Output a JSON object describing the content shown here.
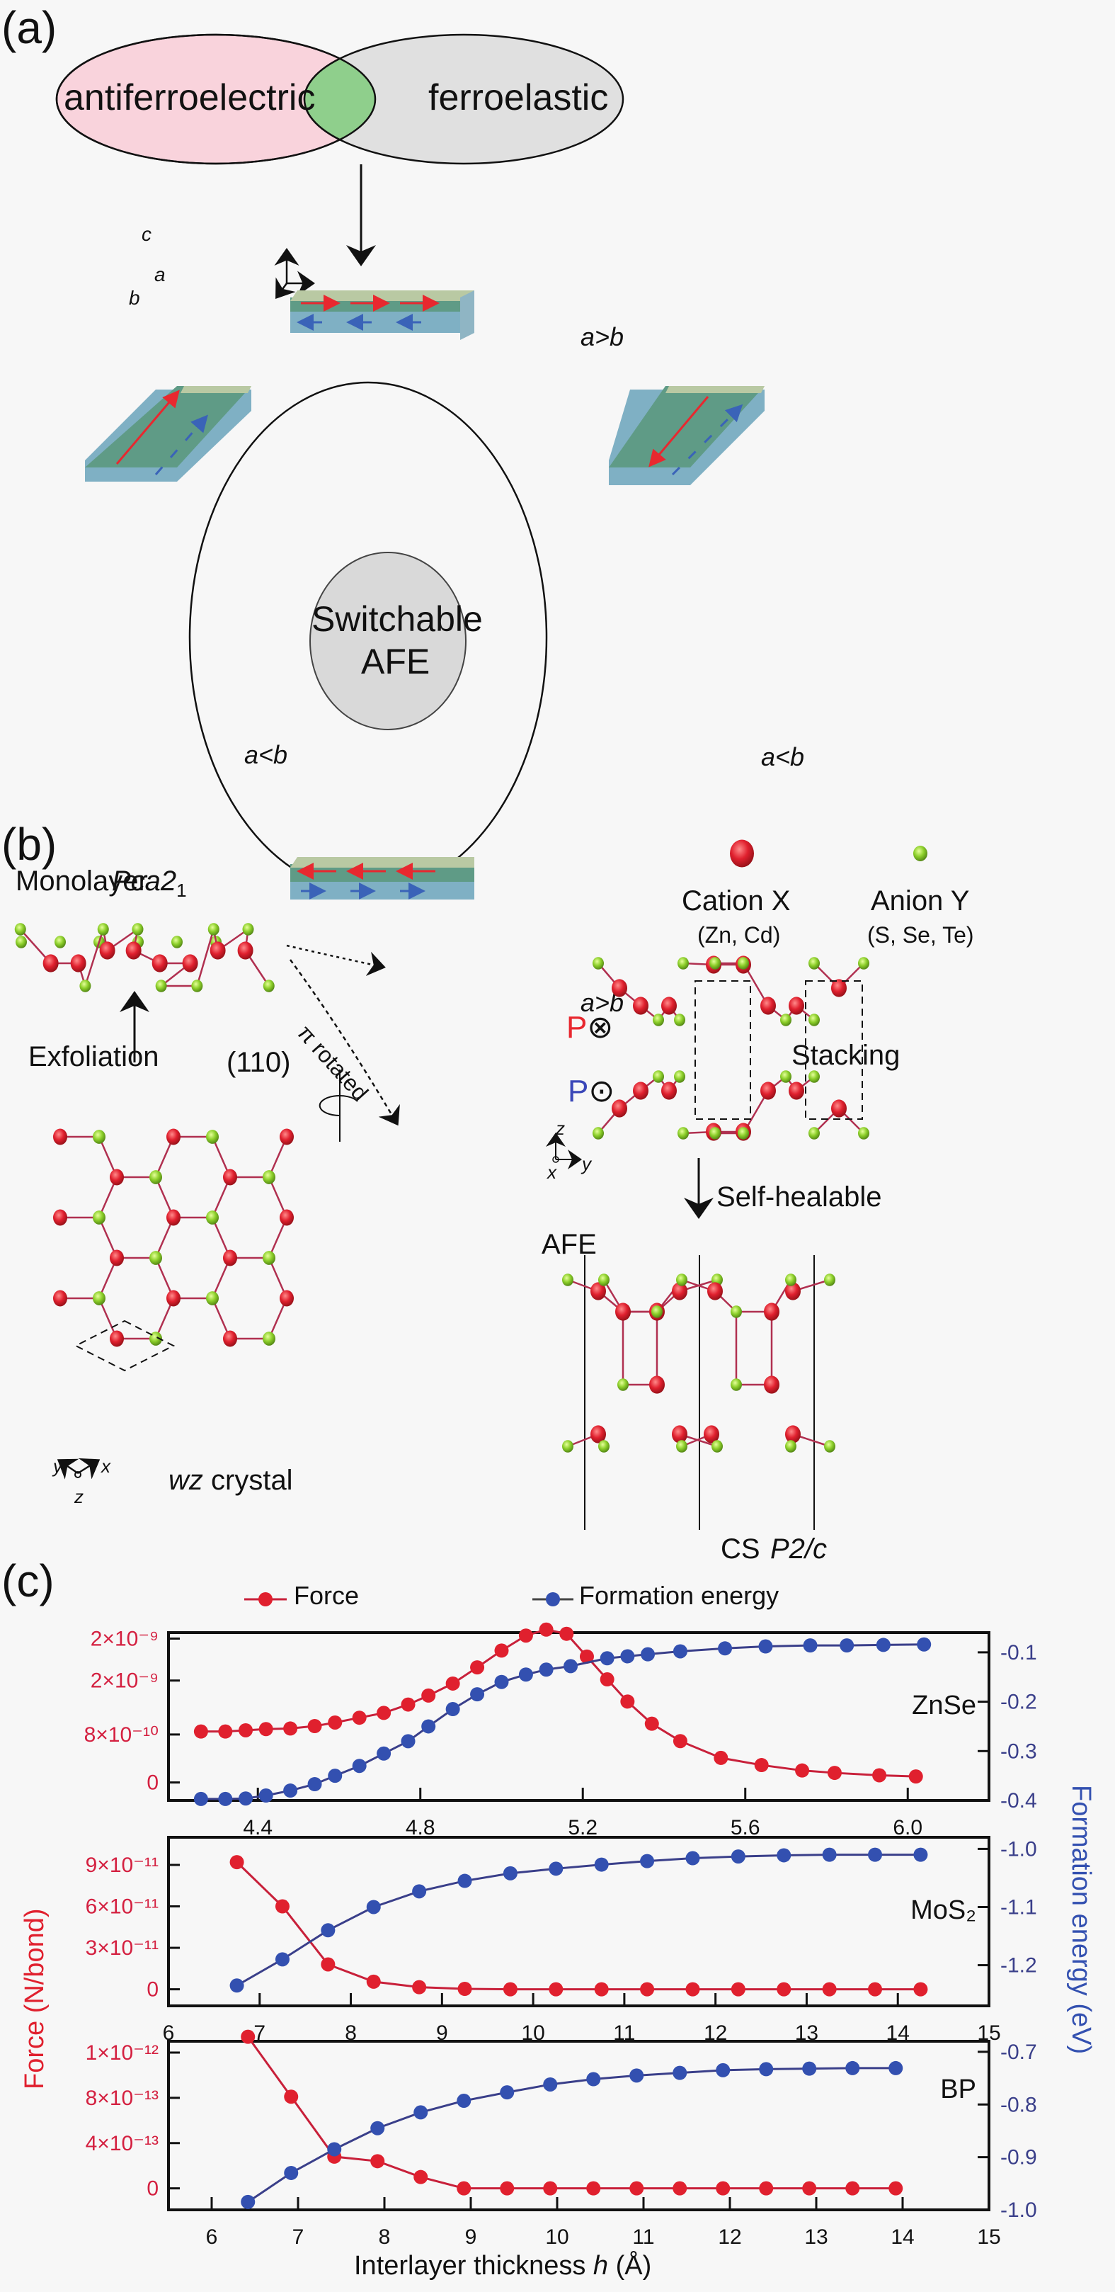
{
  "panels": {
    "a": {
      "label": "(a)",
      "venn_left": "antiferroelectric",
      "venn_right": "ferroelastic",
      "center_circle": [
        "Switchable",
        "AFE"
      ],
      "axes": {
        "c": "c",
        "a": "a",
        "b": "b"
      },
      "slab_labels": {
        "top": "a>b",
        "left": "a<b",
        "right": "a<b",
        "bottom": "a>b"
      },
      "colors": {
        "venn_left": "#f9d3dc",
        "venn_right": "#e0e0e0",
        "venn_overlap": "#8fcf8c",
        "center": "#d9d9d9",
        "polar_up": "#e8282f",
        "polar_down": "#3a63b8"
      }
    },
    "b": {
      "label": "(b)",
      "monolayer": "Monolayer",
      "space_group_mono": "Pca2",
      "space_group_mono_sub": "1",
      "cation_label": "Cation X",
      "cation_examples": "(Zn, Cd)",
      "anion_label": "Anion Y",
      "anion_examples": "(S, Se, Te)",
      "exfoliation": "Exfoliation",
      "plane": "(110)",
      "rotated": "π rotated",
      "p_in": "P",
      "p_in_symbol": "⊗",
      "p_out": "P",
      "p_out_symbol": "⊙",
      "stacking": "Stacking",
      "self_healable": "Self-healable",
      "afe": "AFE",
      "cs": "CS",
      "space_group_afe": "P2/c",
      "wz_crystal_it": "wz",
      "wz_crystal": " crystal",
      "axes_side": {
        "z": "z",
        "x": "x",
        "y": "y"
      },
      "axes_top": {
        "y": "y",
        "x": "x",
        "z": "z"
      },
      "colors": {
        "cation": "#d9202e",
        "anion": "#8ccf2a",
        "p_in": "#e8282f",
        "p_out": "#3a47b8"
      }
    },
    "c": {
      "label": "(c)"
    }
  },
  "chart_data": [
    {
      "type": "line",
      "title": "ZnSe",
      "xlabel": "",
      "xlim": [
        4.18,
        6.2
      ],
      "xticks": [
        4.4,
        4.8,
        5.2,
        5.6,
        6.0
      ],
      "xtick_labels": [
        "4.4",
        "4.8",
        "5.2",
        "5.6",
        "6.0"
      ],
      "y_left": {
        "label": "Force (N/bond)",
        "ylim": [
          -3e-10,
          2.5e-09
        ],
        "ticks": [
          0,
          8e-10,
          1.7e-09,
          2.4e-09
        ],
        "tick_labels": [
          "0",
          "8×10⁻¹⁰",
          "2×10⁻⁹",
          "2×10⁻⁹"
        ]
      },
      "y_right": {
        "label": "Formation energy (eV)",
        "ylim": [
          -0.4,
          -0.06
        ],
        "ticks": [
          -0.1,
          -0.2,
          -0.3,
          -0.4
        ],
        "tick_labels": [
          "-0.1",
          "-0.2",
          "-0.3",
          "-0.4"
        ]
      },
      "legend": {
        "position": "top",
        "entries": [
          "Force",
          "Formation energy"
        ]
      },
      "series": [
        {
          "name": "Force",
          "axis": "left",
          "color": "#e0202e",
          "x": [
            4.26,
            4.32,
            4.37,
            4.42,
            4.48,
            4.54,
            4.59,
            4.65,
            4.71,
            4.77,
            4.82,
            4.88,
            4.94,
            5.0,
            5.06,
            5.11,
            5.16,
            5.21,
            5.26,
            5.31,
            5.37,
            5.44,
            5.54,
            5.64,
            5.74,
            5.82,
            5.93,
            6.02
          ],
          "y": [
            8.5e-10,
            8.5e-10,
            8.7e-10,
            8.9e-10,
            9e-10,
            9.4e-10,
            1e-09,
            1.08e-09,
            1.16e-09,
            1.3e-09,
            1.45e-09,
            1.65e-09,
            1.92e-09,
            2.2e-09,
            2.45e-09,
            2.55e-09,
            2.48e-09,
            2.1e-09,
            1.72e-09,
            1.35e-09,
            9.8e-10,
            6.9e-10,
            4.1e-10,
            2.9e-10,
            2e-10,
            1.6e-10,
            1.2e-10,
            1e-10
          ]
        },
        {
          "name": "Formation energy",
          "axis": "right",
          "color": "#3350b0",
          "x": [
            4.26,
            4.32,
            4.37,
            4.42,
            4.48,
            4.54,
            4.59,
            4.65,
            4.71,
            4.77,
            4.82,
            4.88,
            4.94,
            5.0,
            5.06,
            5.11,
            5.17,
            5.26,
            5.31,
            5.36,
            5.44,
            5.55,
            5.65,
            5.76,
            5.85,
            5.94,
            6.04
          ],
          "y": [
            -0.397,
            -0.397,
            -0.396,
            -0.39,
            -0.38,
            -0.367,
            -0.35,
            -0.33,
            -0.305,
            -0.28,
            -0.25,
            -0.215,
            -0.185,
            -0.16,
            -0.145,
            -0.135,
            -0.128,
            -0.112,
            -0.108,
            -0.104,
            -0.098,
            -0.092,
            -0.088,
            -0.086,
            -0.086,
            -0.085,
            -0.084
          ]
        }
      ]
    },
    {
      "type": "line",
      "title": "MoS₂",
      "xlabel": "",
      "xlim": [
        6,
        15
      ],
      "xticks": [
        6,
        7,
        8,
        9,
        10,
        11,
        12,
        13,
        14,
        15
      ],
      "xtick_labels": [
        "6",
        "7",
        "8",
        "9",
        "10",
        "11",
        "12",
        "13",
        "14",
        "15"
      ],
      "y_left": {
        "label": "Force (N/bond)",
        "ylim": [
          -1.2e-11,
          1.1e-10
        ],
        "ticks": [
          0,
          3e-11,
          6e-11,
          9e-11
        ],
        "tick_labels": [
          "0",
          "3×10⁻¹¹",
          "6×10⁻¹¹",
          "9×10⁻¹¹"
        ]
      },
      "y_right": {
        "label": "Formation energy (eV)",
        "ylim": [
          -1.27,
          -0.98
        ],
        "ticks": [
          -1.0,
          -1.1,
          -1.2
        ],
        "tick_labels": [
          "-1.0",
          "-1.1",
          "-1.2"
        ]
      },
      "series": [
        {
          "name": "Force",
          "axis": "left",
          "color": "#e0202e",
          "x": [
            6.75,
            7.25,
            7.75,
            8.25,
            8.75,
            9.25,
            9.75,
            10.25,
            10.75,
            11.25,
            11.75,
            12.25,
            12.75,
            13.25,
            13.75,
            14.25
          ],
          "y": [
            9.2e-11,
            6e-11,
            1.8e-11,
            5.5e-12,
            1.5e-12,
            3e-13,
            0,
            0,
            0,
            0,
            0,
            0,
            0,
            0,
            0,
            0
          ]
        },
        {
          "name": "Formation energy",
          "axis": "right",
          "color": "#3350b0",
          "x": [
            6.75,
            7.25,
            7.75,
            8.25,
            8.75,
            9.25,
            9.75,
            10.25,
            10.75,
            11.25,
            11.75,
            12.25,
            12.75,
            13.25,
            13.75,
            14.25
          ],
          "y": [
            -1.235,
            -1.19,
            -1.14,
            -1.1,
            -1.073,
            -1.055,
            -1.042,
            -1.034,
            -1.027,
            -1.021,
            -1.016,
            -1.013,
            -1.011,
            -1.01,
            -1.01,
            -1.01
          ]
        }
      ]
    },
    {
      "type": "line",
      "title": "BP",
      "xlabel": "Interlayer thickness h (Å)",
      "xlim": [
        5.5,
        15
      ],
      "xticks": [
        6,
        7,
        8,
        9,
        10,
        11,
        12,
        13,
        14,
        15
      ],
      "xtick_labels": [
        "6",
        "7",
        "8",
        "9",
        "10",
        "11",
        "12",
        "13",
        "14",
        "15"
      ],
      "y_left": {
        "label": "Force (N/bond)",
        "ylim": [
          -1.9e-13,
          1.3e-12
        ],
        "ticks": [
          0,
          4e-13,
          8e-13,
          1.2e-12
        ],
        "tick_labels": [
          "0",
          "4×10⁻¹³",
          "8×10⁻¹³",
          "1×10⁻¹²"
        ]
      },
      "y_right": {
        "label": "Formation energy (eV)",
        "ylim": [
          -1.0,
          -0.68
        ],
        "ticks": [
          -0.7,
          -0.8,
          -0.9,
          -1.0
        ],
        "tick_labels": [
          "-0.7",
          "-0.8",
          "-0.9",
          "-1.0"
        ]
      },
      "series": [
        {
          "name": "Force",
          "axis": "left",
          "color": "#e0202e",
          "x": [
            6.42,
            6.92,
            7.42,
            7.92,
            8.42,
            8.92,
            9.42,
            9.92,
            10.42,
            10.92,
            11.42,
            11.92,
            12.42,
            12.92,
            13.42,
            13.92
          ],
          "y": [
            1.34e-12,
            8.1e-13,
            2.8e-13,
            2.4e-13,
            1e-13,
            0,
            0,
            0,
            0,
            0,
            0,
            0,
            0,
            0,
            0,
            0
          ]
        },
        {
          "name": "Formation energy",
          "axis": "right",
          "color": "#3350b0",
          "x": [
            6.42,
            6.92,
            7.42,
            7.92,
            8.42,
            8.92,
            9.42,
            9.92,
            10.42,
            10.92,
            11.42,
            11.92,
            12.42,
            12.92,
            13.42,
            13.92
          ],
          "y": [
            -0.985,
            -0.93,
            -0.885,
            -0.845,
            -0.815,
            -0.793,
            -0.777,
            -0.762,
            -0.752,
            -0.745,
            -0.74,
            -0.735,
            -0.733,
            -0.732,
            -0.731,
            -0.731
          ]
        }
      ]
    }
  ],
  "chart_common": {
    "y_left_label": "Force (N/bond)",
    "y_right_label": "Formation energy (eV)",
    "x_label_pre": "Interlayer thickness ",
    "x_label_var": "h",
    "x_label_unit": " (Å)",
    "legend_force": "Force",
    "legend_energy": "Formation energy"
  }
}
